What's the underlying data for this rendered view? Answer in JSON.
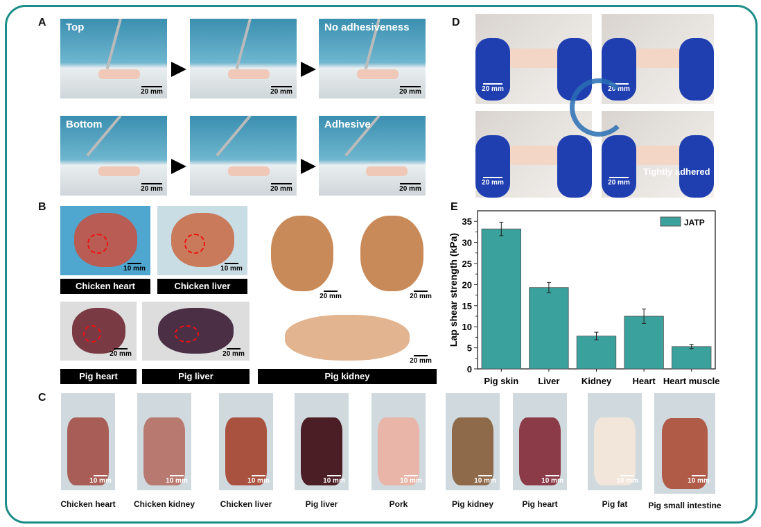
{
  "panels": {
    "a": "A",
    "b": "B",
    "c": "C",
    "d": "D",
    "e": "E"
  },
  "panel_a": {
    "captions": [
      "Top",
      "",
      "No adhesiveness",
      "Bottom",
      "",
      "Adhesive"
    ],
    "scale": "20 mm"
  },
  "panel_b": {
    "labels": [
      "Chicken heart",
      "Chicken liver",
      "Pig heart",
      "Pig liver",
      "Pig kidney"
    ],
    "scales": [
      "10 mm",
      "20 mm"
    ]
  },
  "panel_c": {
    "labels": [
      "Chicken heart",
      "Chicken kidney",
      "Chicken liver",
      "Pig liver",
      "Pork",
      "Pig kidney",
      "Pig heart",
      "Pig fat",
      "Pig small intestine"
    ],
    "scale": "10 mm"
  },
  "panel_d": {
    "scale": "20 mm",
    "caption": "Tightly adhered"
  },
  "colors": {
    "frame": "#1b8c87",
    "bar": "#3aa19d"
  },
  "chart_data": {
    "type": "bar",
    "title": "",
    "xlabel": "",
    "ylabel": "Lap shear strength (kPa)",
    "categories": [
      "Pig skin",
      "Liver",
      "Kidney",
      "Heart",
      "Heart muscle"
    ],
    "series": [
      {
        "name": "JATP",
        "values": [
          33.2,
          19.3,
          7.8,
          12.5,
          5.3
        ],
        "errors": [
          1.6,
          1.2,
          0.9,
          1.7,
          0.5
        ]
      }
    ],
    "ylim": [
      0,
      37.5
    ],
    "yticks": [
      0,
      5,
      10,
      15,
      20,
      25,
      30,
      35
    ],
    "legend": "top-right",
    "grid": false
  }
}
